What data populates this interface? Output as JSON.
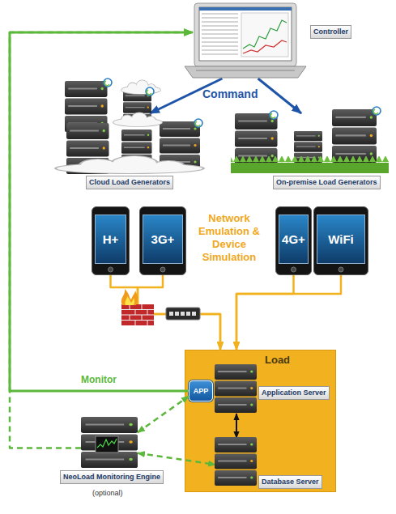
{
  "diagram": {
    "nodes": [
      {
        "text": [
          "Controller"
        ]
      },
      {
        "text": [
          "Cloud Load Generators"
        ]
      },
      {
        "text": [
          "On-premise Load Generators"
        ]
      },
      {
        "text": [
          "H+"
        ]
      },
      {
        "text": [
          "3G+"
        ]
      },
      {
        "text": [
          "4G+"
        ]
      },
      {
        "text": [
          "WiFi"
        ]
      },
      {
        "text": [
          "Load"
        ]
      },
      {
        "text": [
          "APP"
        ],
        "in": 7
      },
      {
        "text": [
          "Application Server"
        ],
        "in": 7
      },
      {
        "text": [
          "NeoLoad Monitoring Engine",
          "(optional)"
        ]
      },
      {
        "text": [
          "Database Server"
        ],
        "in": 7
      }
    ],
    "edges": [
      {
        "from": 0,
        "to": 1,
        "arrow": "to"
      },
      {
        "from": 0,
        "to": 2,
        "arrow": "to"
      },
      {
        "from": 3,
        "to": 7,
        "arrow": "to"
      },
      {
        "from": 4,
        "to": 7,
        "arrow": "to"
      },
      {
        "from": 5,
        "to": 7,
        "arrow": "to"
      },
      {
        "from": 6,
        "to": 7,
        "arrow": "to"
      },
      {
        "from": 8,
        "to": 0,
        "label": "Monitor",
        "arrow": "to"
      },
      {
        "from": 10,
        "to": 0,
        "arrow": "to"
      },
      {
        "from": 10,
        "to": 8,
        "arrow": "both"
      },
      {
        "from": 10,
        "to": 11,
        "arrow": "both"
      },
      {
        "from": 9,
        "to": 11,
        "arrow": "both"
      }
    ],
    "labels": [
      "Command",
      "Network Emulation & Device Simulation"
    ]
  }
}
